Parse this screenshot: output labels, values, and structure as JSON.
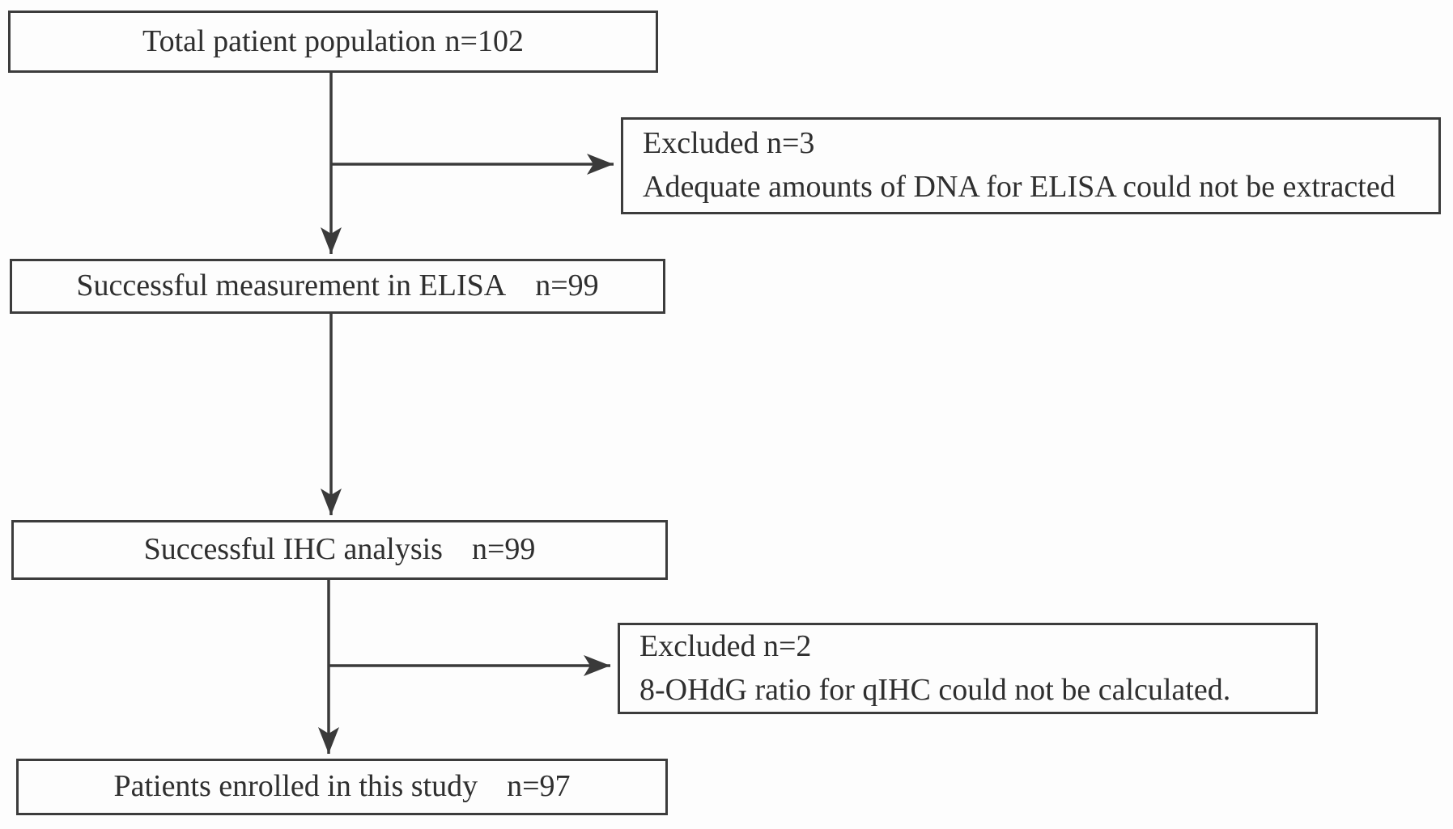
{
  "figure": {
    "background_color": "#fdfdfd",
    "line_color": "#3a3a3a",
    "text_color": "#2f2f2f"
  },
  "nodes": [
    {
      "label": "Total patient population",
      "count": "n=102"
    },
    {
      "label": "Successful measurement in ELISA",
      "count": "n=99"
    },
    {
      "label": "Successful IHC analysis",
      "count": "n=99"
    },
    {
      "label": "Patients enrolled in this study",
      "count": "n=97"
    }
  ],
  "exclusions": [
    {
      "title": "Excluded n=3",
      "reason": "Adequate amounts of DNA for ELISA could not be extracted"
    },
    {
      "title": "Excluded n=2",
      "reason": "8-OHdG ratio for qIHC could not be calculated."
    }
  ]
}
